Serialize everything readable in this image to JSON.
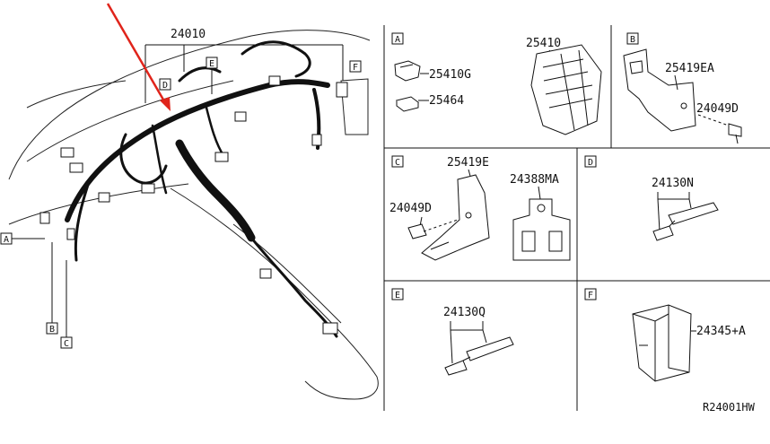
{
  "main_view": {
    "part_number": "24010",
    "callouts": [
      "A",
      "B",
      "C",
      "D",
      "E",
      "F"
    ]
  },
  "panels": {
    "A": {
      "letter": "A",
      "parts": [
        "25410G",
        "25464",
        "25410"
      ]
    },
    "B": {
      "letter": "B",
      "parts": [
        "25419EA",
        "24049D"
      ]
    },
    "C": {
      "letter": "C",
      "parts": [
        "25419E",
        "24388MA",
        "24049D"
      ]
    },
    "D": {
      "letter": "D",
      "parts": [
        "24130N"
      ]
    },
    "E": {
      "letter": "E",
      "parts": [
        "24130Q"
      ]
    },
    "F": {
      "letter": "F",
      "parts": [
        "24345+A"
      ]
    }
  },
  "diagram_code": "R24001HW",
  "colors": {
    "line": "#111111",
    "pointer_arrow": "#e0241b",
    "background": "#ffffff"
  }
}
